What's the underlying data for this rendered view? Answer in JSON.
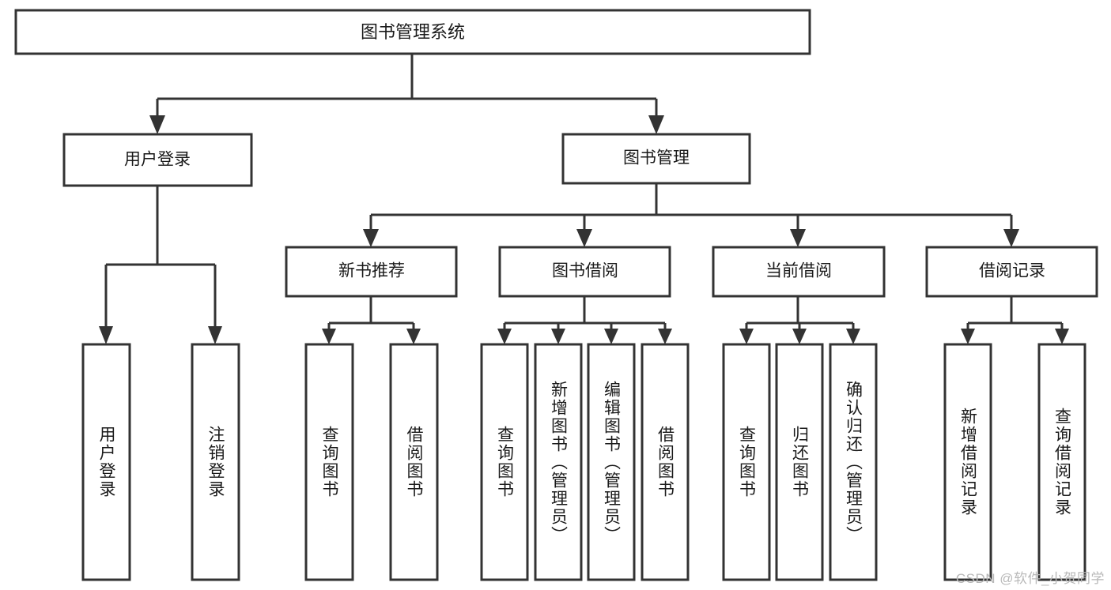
{
  "diagram": {
    "type": "tree",
    "title": "图书管理系统",
    "root": {
      "id": "root",
      "label": "图书管理系统"
    },
    "level2": [
      {
        "id": "user-login",
        "label": "用户登录"
      },
      {
        "id": "book-manage",
        "label": "图书管理"
      }
    ],
    "level3": [
      {
        "id": "new-book-rec",
        "label": "新书推荐",
        "parent": "book-manage"
      },
      {
        "id": "book-borrow",
        "label": "图书借阅",
        "parent": "book-manage"
      },
      {
        "id": "current-borrow",
        "label": "当前借阅",
        "parent": "book-manage"
      },
      {
        "id": "borrow-record",
        "label": "借阅记录",
        "parent": "book-manage"
      }
    ],
    "leaves": {
      "user-login": [
        {
          "id": "leaf-user-login",
          "label": "用户登录"
        },
        {
          "id": "leaf-logout",
          "label": "注销登录"
        }
      ],
      "new-book-rec": [
        {
          "id": "leaf-query-book-1",
          "label": "查询图书"
        },
        {
          "id": "leaf-borrow-book-1",
          "label": "借阅图书"
        }
      ],
      "book-borrow": [
        {
          "id": "leaf-query-book-2",
          "label": "查询图书"
        },
        {
          "id": "leaf-add-book",
          "label": "新增图书（管理员）"
        },
        {
          "id": "leaf-edit-book",
          "label": "编辑图书（管理员）"
        },
        {
          "id": "leaf-borrow-book-2",
          "label": "借阅图书"
        }
      ],
      "current-borrow": [
        {
          "id": "leaf-query-book-3",
          "label": "查询图书"
        },
        {
          "id": "leaf-return-book",
          "label": "归还图书"
        },
        {
          "id": "leaf-confirm-return",
          "label": "确认归还（管理员）"
        }
      ],
      "borrow-record": [
        {
          "id": "leaf-add-record",
          "label": "新增借阅记录"
        },
        {
          "id": "leaf-query-record",
          "label": "查询借阅记录"
        }
      ]
    },
    "colors": {
      "stroke": "#333333",
      "fill": "#ffffff",
      "text": "#1a1a1a",
      "background": "#ffffff",
      "watermark": "#b8b8b8"
    }
  },
  "watermark": {
    "text": "CSDN @软件_小贺同学"
  }
}
